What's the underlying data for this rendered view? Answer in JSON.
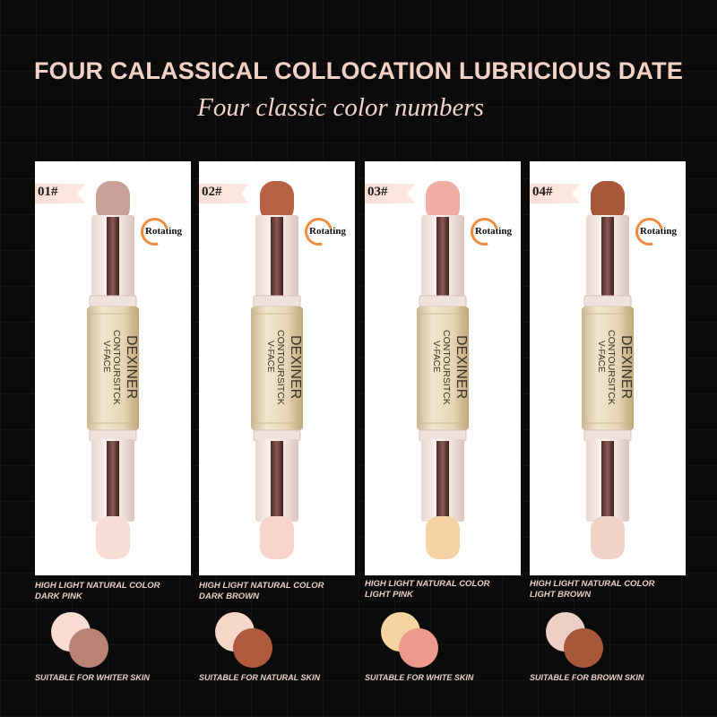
{
  "header": {
    "title": "FOUR CALASSICAL COLLOCATION LUBRICIOUS DATE",
    "subtitle": "Four classic color numbers"
  },
  "brand": {
    "name": "DEXINER",
    "product": "CONTOURSITCK",
    "variant": "V-FACE"
  },
  "rotating_label": "Rotating",
  "colors": {
    "accent_orange": "#f08a3e",
    "text_light": "#e8cfc4",
    "gold": "#d9c9a6"
  },
  "products": [
    {
      "number": "01#",
      "desc_line1": "HIGH LIGHT NATURAL COLOR",
      "desc_line2": "DARK PINK",
      "suitable": "SUITABLE FOR WHITER SKIN",
      "top_color": "#c9a199",
      "bottom_color": "#f8ddd4",
      "swatch_light": "#f9ddd2",
      "swatch_dark": "#b98476"
    },
    {
      "number": "02#",
      "desc_line1": "HIGH LIGHT NATURAL COLOR",
      "desc_line2": "DARK BROWN",
      "suitable": "SUITABLE FOR NATURAL SKIN",
      "top_color": "#b86245",
      "bottom_color": "#f7d5cc",
      "swatch_light": "#f8d7cb",
      "swatch_dark": "#b05a3d"
    },
    {
      "number": "03#",
      "desc_line1": "HIGH LIGHT NATURAL COLOR",
      "desc_line2": "LIGHT PINK",
      "suitable": "SUITABLE FOR WHITE SKIN",
      "top_color": "#f0ada2",
      "bottom_color": "#f5d2a6",
      "swatch_light": "#f6d4a0",
      "swatch_dark": "#ec9a8b"
    },
    {
      "number": "04#",
      "desc_line1": "HIGH LIGHT NATURAL COLOR",
      "desc_line2": "LIGHT BROWN",
      "suitable": "SUITABLE FOR BROWN SKIN",
      "top_color": "#a9573a",
      "bottom_color": "#f0d2c6",
      "swatch_light": "#ecd0c5",
      "swatch_dark": "#a8573a"
    }
  ]
}
